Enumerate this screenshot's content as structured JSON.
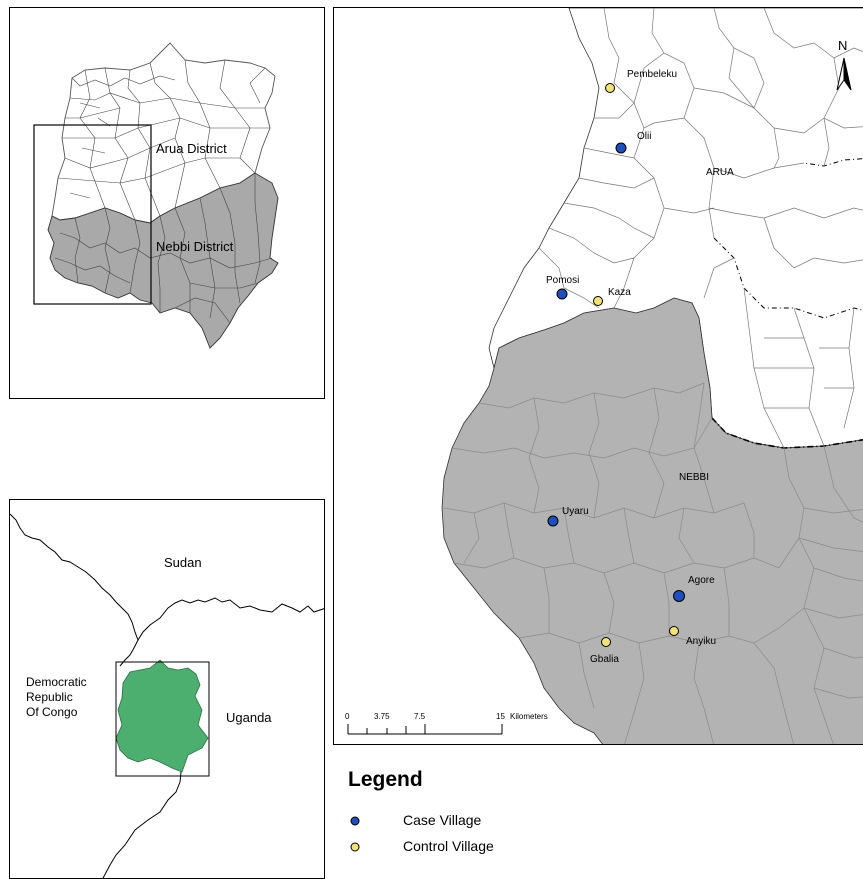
{
  "inset_districts": {
    "labels": {
      "arua": "Arua District",
      "nebbi": "Nebbi District"
    }
  },
  "inset_country": {
    "labels": {
      "sudan": "Sudan",
      "drc_line1": "Democratic",
      "drc_line2": "Republic",
      "drc_line3": "Of Congo",
      "uganda": "Uganda"
    },
    "colors": {
      "study_area": "#4caf70"
    }
  },
  "main_map": {
    "north_label": "N",
    "region_labels": {
      "arua": "ARUA",
      "nebbi": "NEBBI"
    },
    "colors": {
      "nebbi_fill": "#b3b3b3",
      "case": "#1f4fbf",
      "control": "#f3e27a"
    },
    "villages": [
      {
        "name": "Pembeleku",
        "type": "control"
      },
      {
        "name": "Olii",
        "type": "case"
      },
      {
        "name": "Pomosi",
        "type": "case"
      },
      {
        "name": "Kaza",
        "type": "control"
      },
      {
        "name": "Uyaru",
        "type": "case"
      },
      {
        "name": "Agore",
        "type": "case"
      },
      {
        "name": "Anyiku",
        "type": "control"
      },
      {
        "name": "Gbalia",
        "type": "control"
      }
    ],
    "scale_bar": {
      "ticks": [
        "0",
        "3.75",
        "7.5",
        "15"
      ],
      "unit": "Kilometers"
    }
  },
  "legend": {
    "title": "Legend",
    "items": [
      {
        "label": "Case Village",
        "type": "case"
      },
      {
        "label": "Control Village",
        "type": "control"
      }
    ]
  }
}
